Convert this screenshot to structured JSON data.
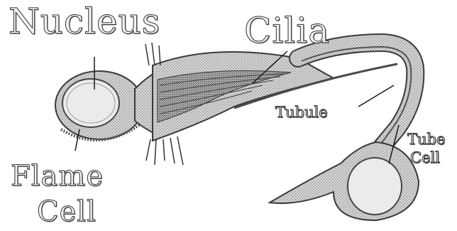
{
  "labels": {
    "nucleus": "Nucleus",
    "cilia": "Cilia",
    "tubule": "Tubule",
    "tube_cell_line1": "Tube",
    "tube_cell_line2": "Cell",
    "flame_cell_line1": "Flame",
    "flame_cell_line2": "Cell"
  }
}
